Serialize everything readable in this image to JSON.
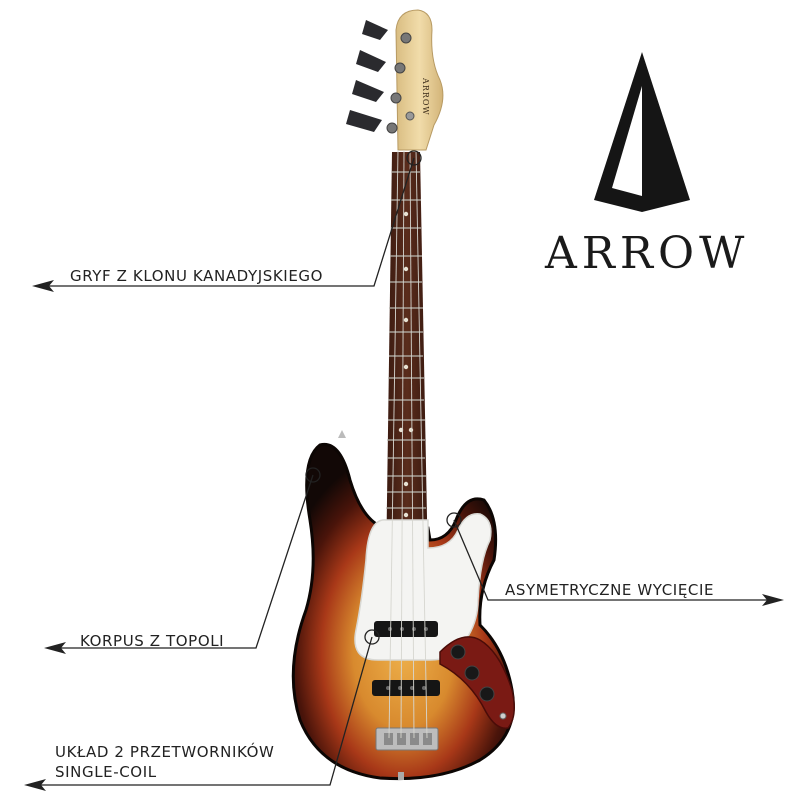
{
  "brand": {
    "logo_text": "ARROW",
    "headstock_text": "ARROW"
  },
  "callouts": {
    "neck": "GRYF Z KLONU KANADYJSKIEGO",
    "cutaway": "ASYMETRYCZNE WYCIĘCIE",
    "body": "KORPUS Z TOPOLI",
    "pickups_line1": "UKŁAD 2 PRZETWORNIKÓW",
    "pickups_line2": "SINGLE-COIL"
  },
  "colors": {
    "sunburst_center": "#e8a63a",
    "sunburst_mid": "#b5441c",
    "sunburst_edge": "#1a0d08",
    "pickguard": "#f4f4f2",
    "control_plate": "#7a1a14",
    "fretboard": "#4a2418",
    "maple": "#e6cf9c",
    "callout_line": "#222222"
  }
}
